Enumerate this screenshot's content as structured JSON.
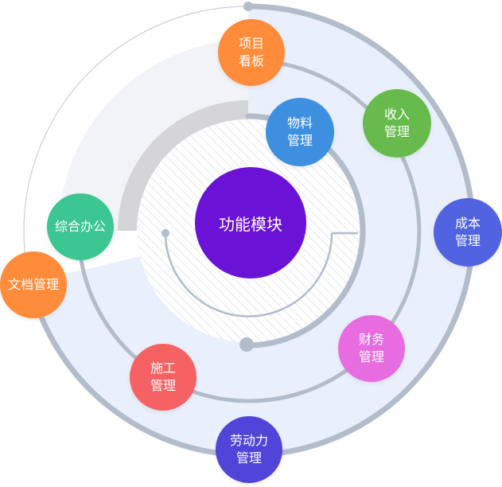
{
  "center": {
    "label": "功能模块",
    "color": "#6a12d6"
  },
  "modules": [
    {
      "id": "project-board",
      "label": "项目\n看板",
      "color": "#ff8c3a"
    },
    {
      "id": "income-mgmt",
      "label": "收入\n管理",
      "color": "#67bb4d"
    },
    {
      "id": "material-mgmt",
      "label": "物料\n管理",
      "color": "#3d8fdf"
    },
    {
      "id": "cost-mgmt",
      "label": "成本\n管理",
      "color": "#5163e0"
    },
    {
      "id": "office-mgmt",
      "label": "综合办公",
      "color": "#3cc691"
    },
    {
      "id": "document-mgmt",
      "label": "文档管理",
      "color": "#ff8c3a"
    },
    {
      "id": "finance-mgmt",
      "label": "财务\n管理",
      "color": "#e66ce0"
    },
    {
      "id": "construction-mgmt",
      "label": "施工\n管理",
      "color": "#f66264"
    },
    {
      "id": "labor-mgmt",
      "label": "劳动力\n管理",
      "color": "#5045d8"
    }
  ],
  "colors": {
    "outer_ring_fill": "#e9f0fb",
    "ring_stroke": "#b3bccb",
    "inner_arc": "#d5d5d7"
  }
}
